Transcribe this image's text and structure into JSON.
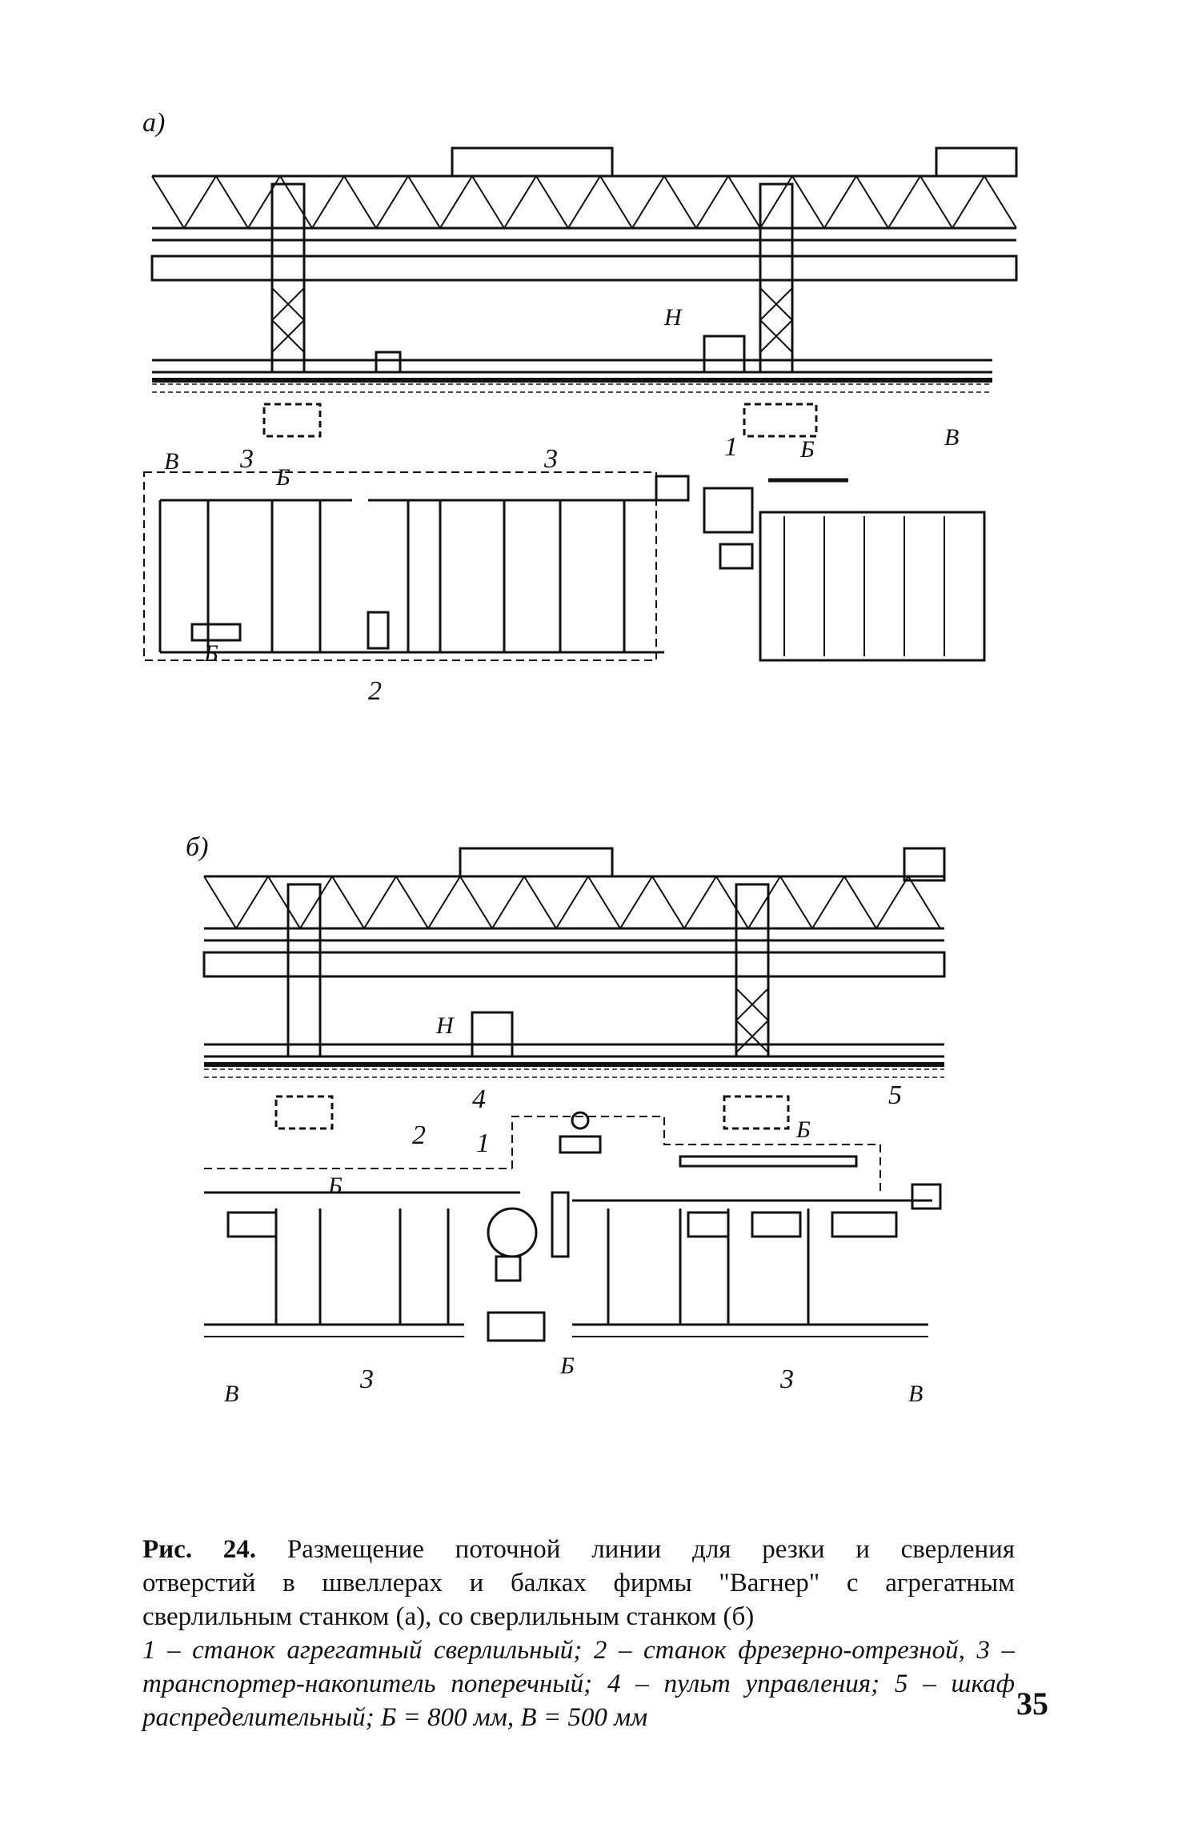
{
  "figure_a": {
    "panel_label": "а)",
    "labels": {
      "H": "Н",
      "B1": "В",
      "B2": "В",
      "Bhat1": "Б",
      "Bhat2": "Б",
      "Bhat3": "Б",
      "n1": "1",
      "n2": "2",
      "n3a": "3",
      "n3b": "3"
    }
  },
  "figure_b": {
    "panel_label": "б)",
    "labels": {
      "H": "Н",
      "B1": "В",
      "B2": "В",
      "Bhat1": "Б",
      "Bhat2": "Б",
      "Bhat3": "Б",
      "n1": "1",
      "n2": "2",
      "n3a": "3",
      "n3b": "3",
      "n4": "4",
      "n5": "5"
    }
  },
  "caption": {
    "fig_no": "Рис. 24.",
    "title_line1": "Размещение поточной линии для резки и сверления",
    "title_line2": "отверстий в швеллерах и балках фирмы \"Вагнер\" с агрегатным",
    "title_line3": "сверлильным станком (а), со сверлильным станком (б)",
    "legend": "1 – станок агрегатный сверлильный; 2 – станок фрезерно-отрезной, 3 – транспортер-накопитель поперечный; 4 – пульт управления; 5 – шкаф распределительный; Б = 800 мм, В = 500 мм"
  },
  "page_number": "35"
}
